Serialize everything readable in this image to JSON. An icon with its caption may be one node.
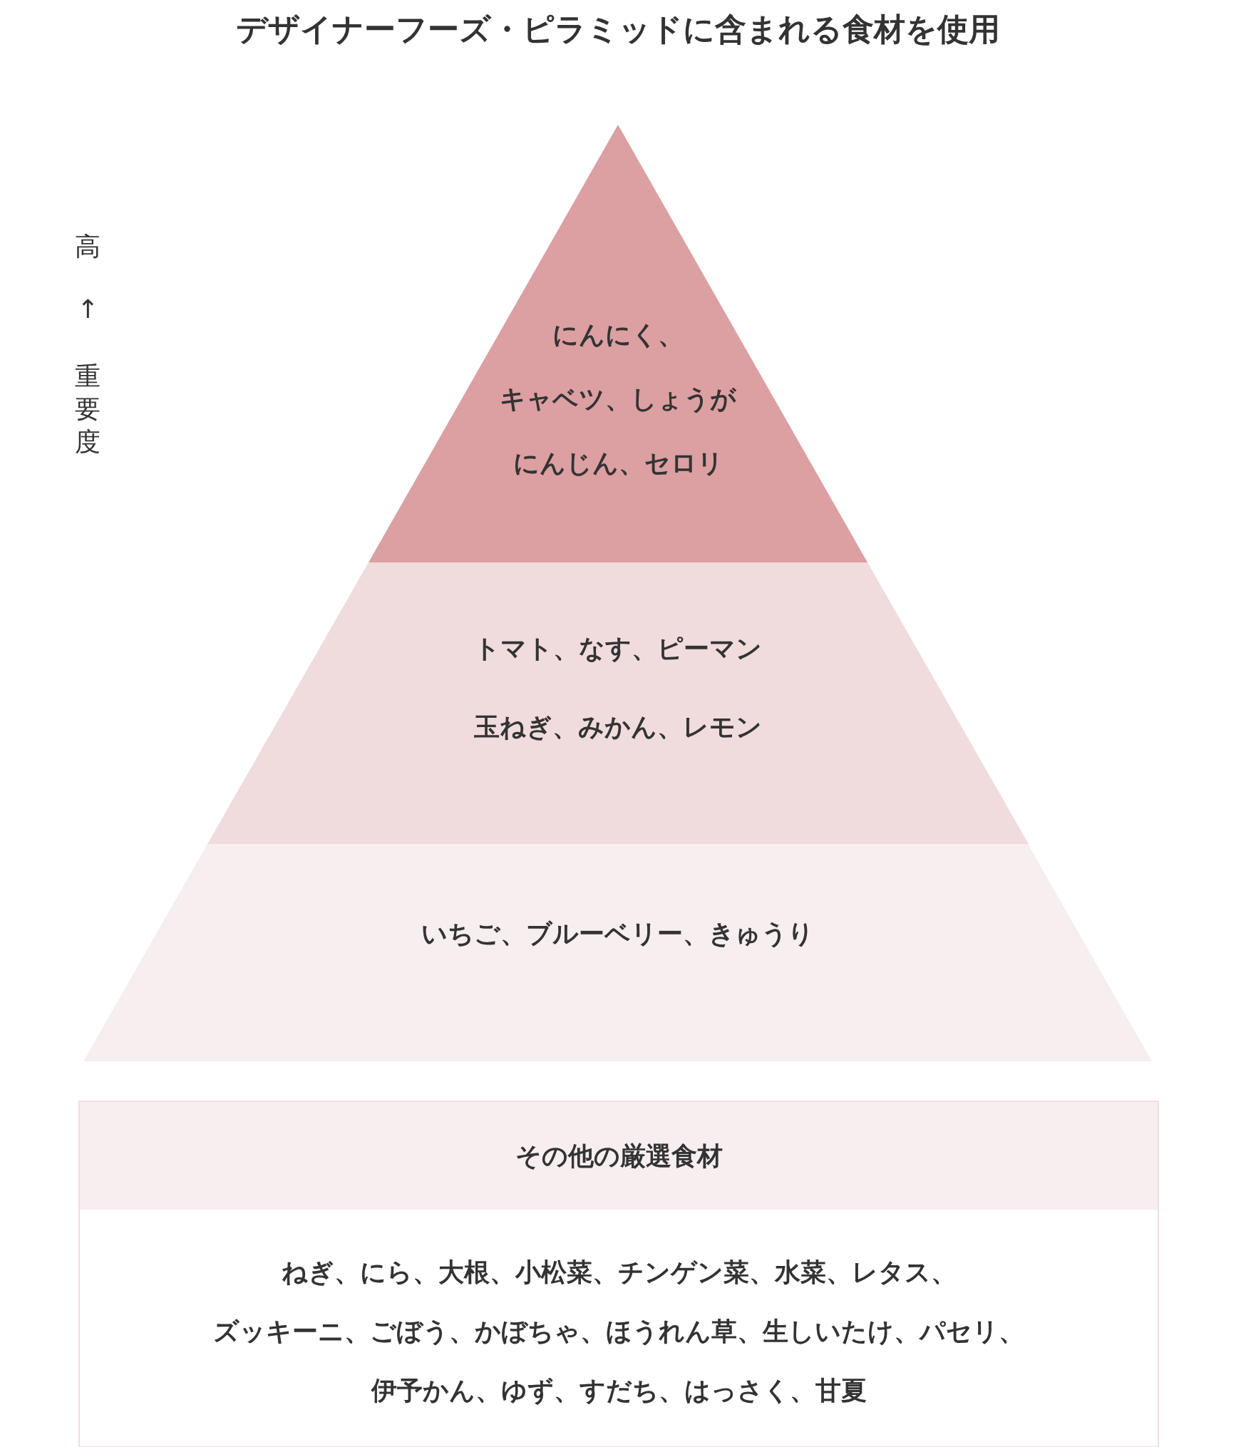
{
  "diagram": {
    "title": "デザイナーフーズ・ピラミッドに含まれる食材を使用",
    "nodes": [
      {
        "text": [
          "にんにく、",
          "キャベツ、しょうが",
          "にんじん、セロリ"
        ]
      },
      {
        "text": [
          "トマト、なす、ピーマン",
          "玉ねぎ、みかん、レモン"
        ]
      },
      {
        "text": [
          "いちご、ブルーベリー、きゅうり"
        ]
      },
      {
        "text": [
          "その他の厳選食材",
          "ねぎ、にら、大根、小松菜、チンゲン菜、水菜、レタス、",
          "ズッキーニ、ごぼう、かぼちゃ、ほうれん草、生しいたけ、パセリ、",
          "伊予かん、ゆず、すだち、はっさく、甘夏"
        ]
      }
    ],
    "edges": [],
    "labels": [
      "高",
      "↑",
      "重要度"
    ]
  }
}
